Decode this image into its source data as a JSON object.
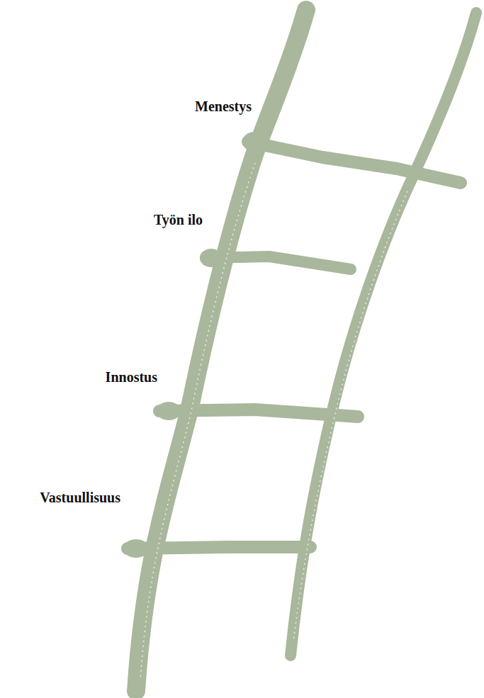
{
  "diagram": {
    "labels": [
      "Menestys",
      "Työn ilo",
      "Innostus",
      "Vastuullisuus"
    ]
  }
}
